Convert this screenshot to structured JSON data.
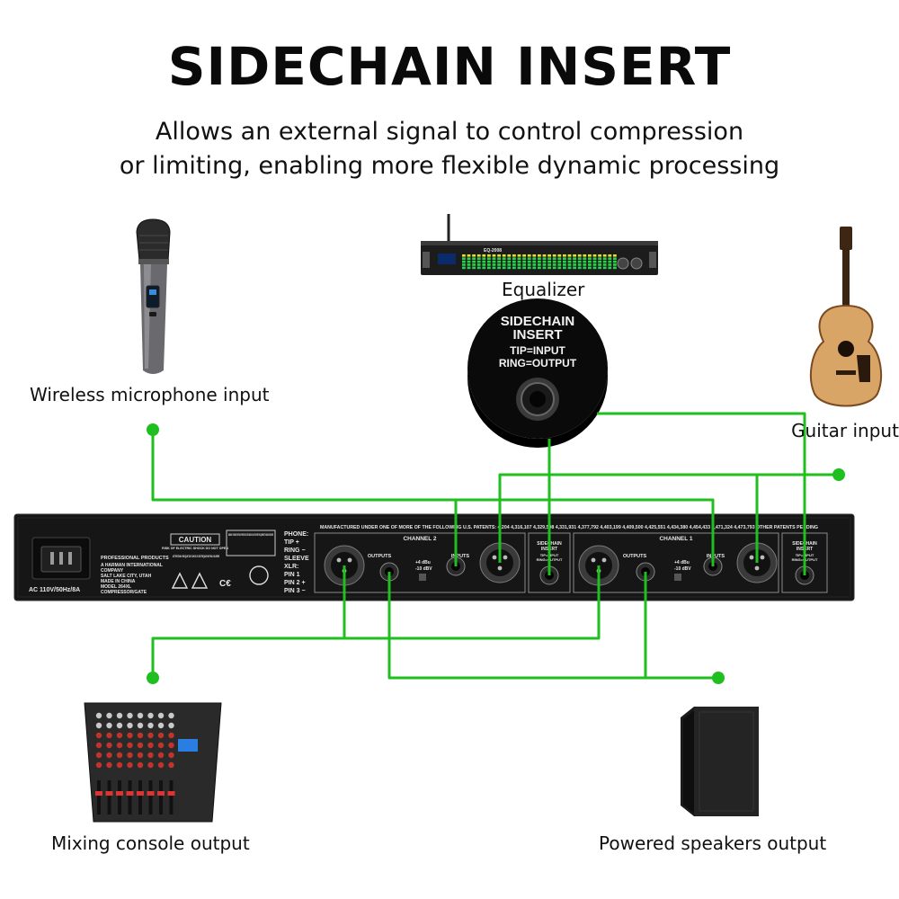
{
  "title": "SIDECHAIN INSERT",
  "subtitle": {
    "line1": "Allows an external signal to control compression",
    "line2": "or limiting, enabling more flexible dynamic processing"
  },
  "labels": {
    "mic": "Wireless microphone input",
    "equalizer": "Equalizer",
    "guitar": "Guitar input",
    "mixer": "Mixing console output",
    "speakers": "Powered speakers output"
  },
  "callout": {
    "line1": "SIDECHAIN",
    "line2": "INSERT",
    "line3": "TIP=INPUT",
    "line4": "RING=OUTPUT"
  },
  "panel": {
    "power_rating": "AC 110V/50Hz/8A",
    "brand_line1": "PROFESSIONAL PRODUCTS",
    "brand_line2": "A HARMAN INTERNATIONAL",
    "brand_line3": "COMPANY",
    "brand_line4": "SALT LAKE CITY, UTAH",
    "brand_line5": "MADE IN CHINA",
    "brand_line6": "MODEL 264XL",
    "brand_line7": "COMPRESSOR/GATE",
    "caution": "CAUTION",
    "caution_sub": "RISK OF ELECTRIC SHOCK DO NOT OPEN",
    "attention": "ATTENTION: RISQUE DE CHOC ELECTRIQUE NE PAS OUVRIR",
    "warning": "WARNING: TO REDUCE THE RISK OF FIRE OR ELECTRIC SHOCK DO NOT EXPOSE THIS EQUIPMENT TO RAIN OR MOISTURE",
    "pin_phone": "PHONE:",
    "pin_tip": "TIP +",
    "pin_ring": "RING −",
    "pin_sleeve": "SLEEVE",
    "pin_xlr": "XLR:",
    "pin_1": "PIN 1",
    "pin_2": "PIN 2 +",
    "pin_3": "PIN 3 −",
    "patents": "MANUFACTURED UNDER ONE OF MORE OF THE FOLLOWING U.S. PATENTS: 4,204 4,316,107 4,329,598 4,331,931 4,377,792 4,403,199 4,409,500 4,425,551 4,434,380 4,454,433 4,471,324 4,473,793 OTHER PATENTS PENDING",
    "channel2": "CHANNEL 2",
    "channel1": "CHANNEL 1",
    "outputs": "OUTPUTS",
    "inputs": "INPUTS",
    "level_plus4": "+4 dBu",
    "level_minus10": "-10 dBV",
    "sc_label_1": "SIDECHAIN",
    "sc_label_2": "INSERT",
    "sc_label_3": "TIP=INPUT",
    "sc_label_4": "RING=OUTPUT",
    "eq_brand": "EQ-2008"
  },
  "colors": {
    "wire": "#1fbf1f",
    "panel": "#161616",
    "accent_green": "#3ad13a",
    "eq_meter_green": "#2bd34a",
    "eq_meter_yellow": "#e6e22a"
  }
}
